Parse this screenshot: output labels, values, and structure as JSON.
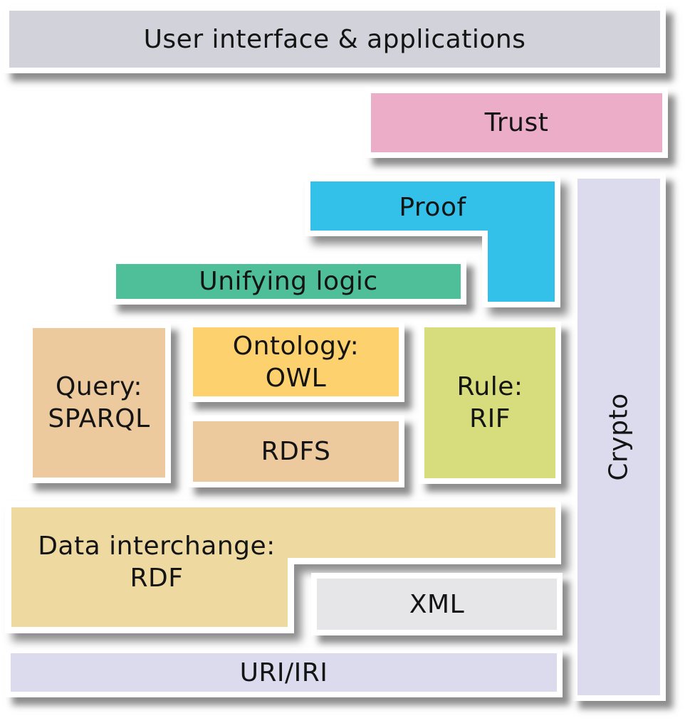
{
  "style": {
    "background": "#ffffff",
    "text_color": "#141414",
    "box_border_color": "#ffffff",
    "shadow_color": "#2d2d2d"
  },
  "layers": {
    "user_interface": {
      "label": "User interface & applications",
      "color": "#d2d2da"
    },
    "trust": {
      "label": "Trust",
      "color": "#ebadc7"
    },
    "proof": {
      "label": "Proof",
      "color": "#33c1ea"
    },
    "unifying_logic": {
      "label": "Unifying logic",
      "color": "#4fbf99"
    },
    "query": {
      "line1": "Query:",
      "line2": "SPARQL",
      "color": "#ecca9d"
    },
    "ontology": {
      "line1": "Ontology:",
      "line2": "OWL",
      "color": "#fdd26e"
    },
    "rdfs": {
      "label": "RDFS",
      "color": "#ecca9d"
    },
    "rule": {
      "line1": "Rule:",
      "line2": "RIF",
      "color": "#d7dd7d"
    },
    "data_interchange": {
      "line1": "Data interchange:",
      "line2": "RDF",
      "color": "#eedaa0"
    },
    "xml": {
      "label": "XML",
      "color": "#e6e6e8"
    },
    "uri": {
      "label": "URI/IRI",
      "color": "#dcdbed"
    },
    "crypto": {
      "label": "Crypto",
      "color": "#dcdbed"
    }
  }
}
